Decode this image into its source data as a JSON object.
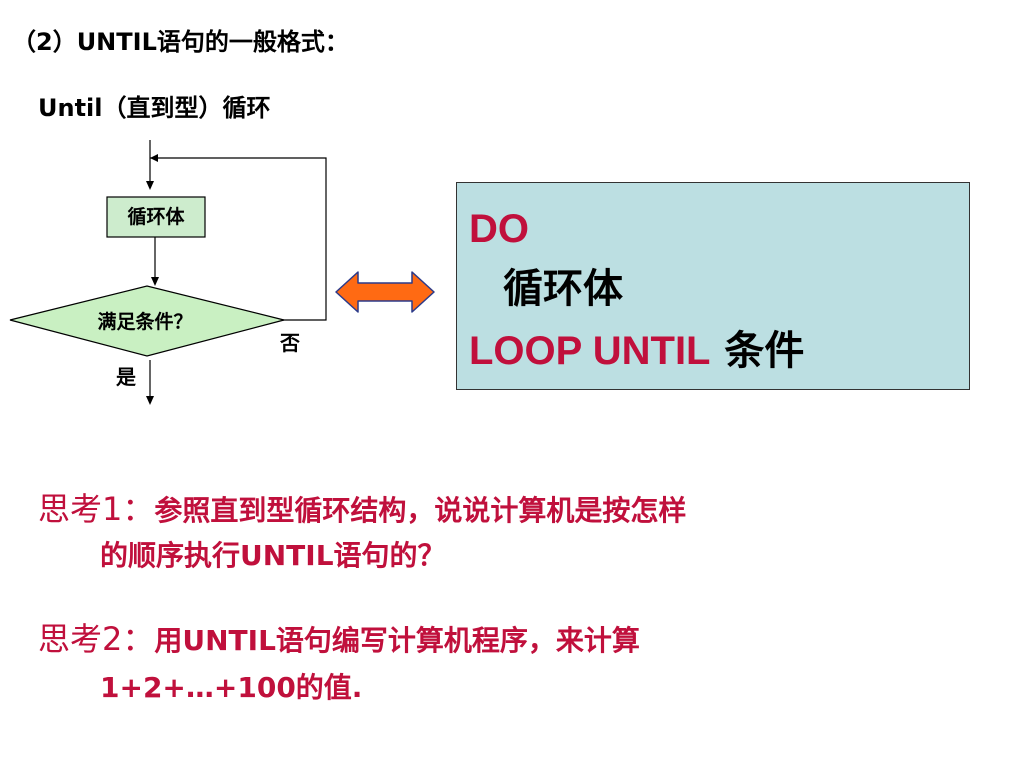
{
  "heading": "（2）UNTIL语句的一般格式：",
  "subheading": "Until（直到型）循环",
  "flowchart": {
    "body_label": "循环体",
    "condition_label": "满足条件？",
    "no_label": "否",
    "yes_label": "是"
  },
  "colors": {
    "box_fill": "#cdeccd",
    "diamond_fill": "#c9f0c2",
    "arrow_fill": "#ff6a13",
    "arrow_stroke": "#2b3a8a",
    "code_bg": "#bcdfe2",
    "keyword": "#c0103c"
  },
  "code": {
    "line1": "DO",
    "line2": "循环体",
    "line3_kw": "LOOP UNTIL",
    "line3_text": " 条件"
  },
  "questions": [
    {
      "label": "思考1：",
      "line1": "参照直到型循环结构，说说计算机是按怎样",
      "line2": "的顺序执行UNTIL语句的？"
    },
    {
      "label": "思考2：",
      "line1": "用UNTIL语句编写计算机程序，来计算",
      "line2": "1+2+…+100的值."
    }
  ]
}
